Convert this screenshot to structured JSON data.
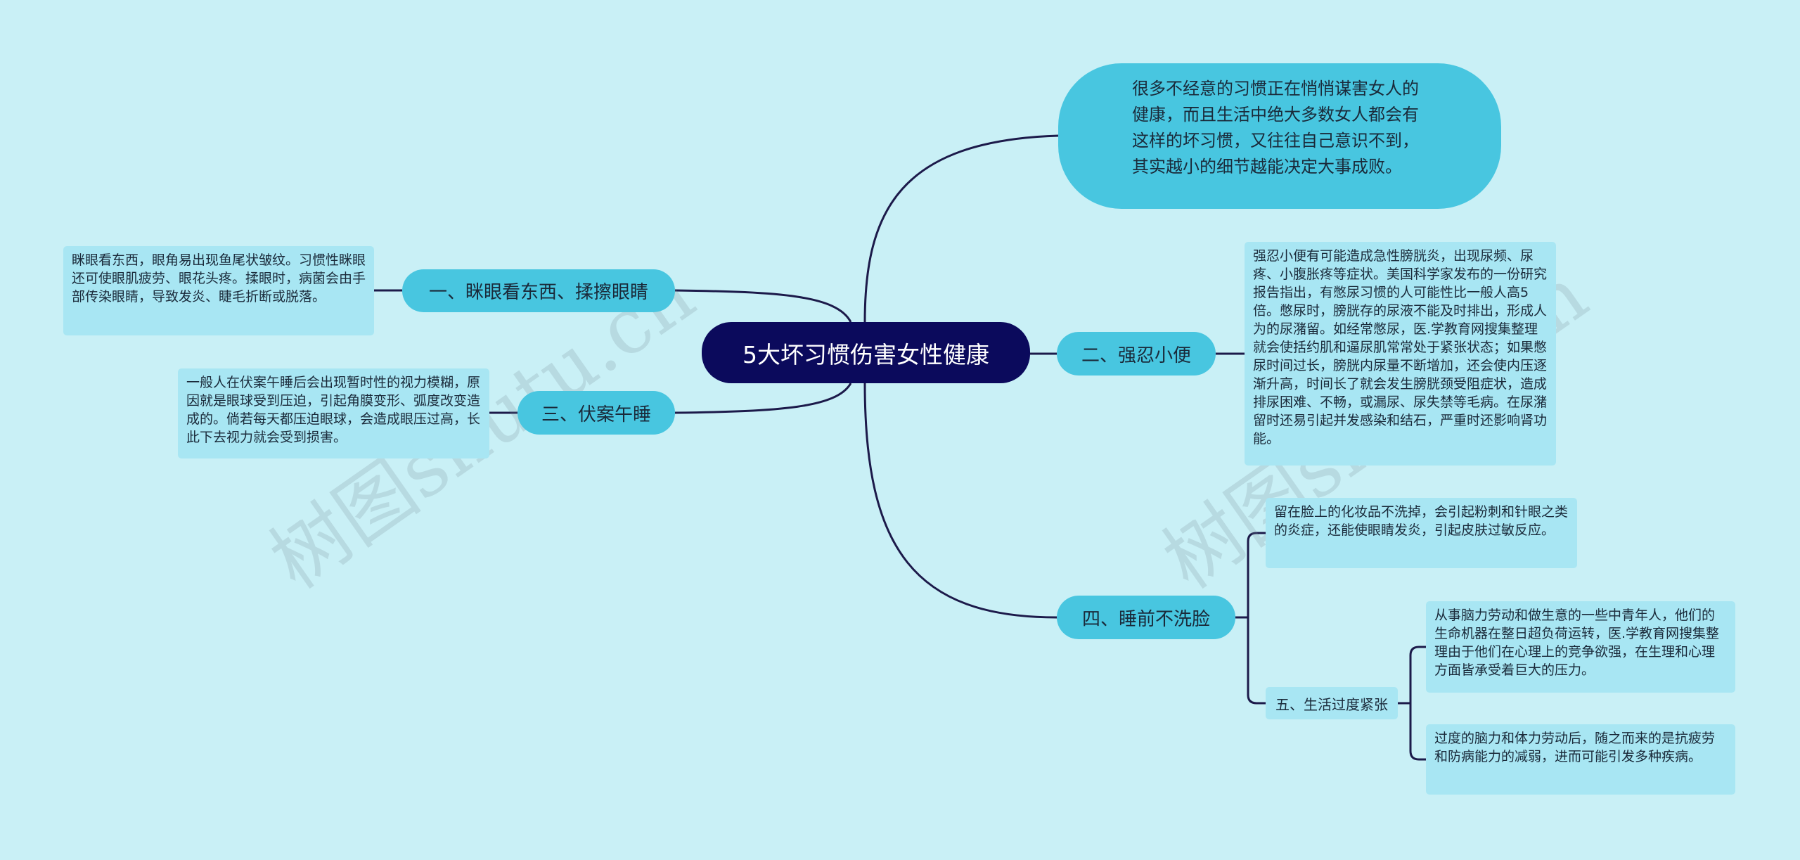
{
  "root": {
    "label": "5大坏习惯伤害女性健康"
  },
  "intro": {
    "text": "很多不经意的习惯正在悄悄谋害女人的健康，而且生活中绝大多数女人都会有这样的坏习惯，又往往自己意识不到，其实越小的细节越能决定大事成败。"
  },
  "branches": {
    "b1": {
      "label": "一、眯眼看东西、揉擦眼睛",
      "detail": "眯眼看东西，眼角易出现鱼尾状皱纹。习惯性眯眼还可使眼肌疲劳、眼花头疼。揉眼时，病菌会由手部传染眼睛，导致发炎、睫毛折断或脱落。"
    },
    "b2": {
      "label": "二、强忍小便",
      "detail": "强忍小便有可能造成急性膀胱炎，出现尿频、尿疼、小腹胀疼等症状。美国科学家发布的一份研究报告指出，有憋尿习惯的人可能性比一般人高5倍。憋尿时，膀胱存的尿液不能及时排出，形成人为的尿潴留。如经常憋尿，医.学教育网搜集整理就会使括约肌和逼尿肌常常处于紧张状态；如果憋尿时间过长，膀胱内尿量不断增加，还会使内压逐渐升高，时间长了就会发生膀胱颈受阻症状，造成排尿困难、不畅，或漏尿、尿失禁等毛病。在尿潴留时还易引起并发感染和结石，严重时还影响肾功能。"
    },
    "b3": {
      "label": "三、伏案午睡",
      "detail": "一般人在伏案午睡后会出现暂时性的视力模糊，原因就是眼球受到压迫，引起角膜变形、弧度改变造成的。倘若每天都压迫眼球，会造成眼压过高，长此下去视力就会受到损害。"
    },
    "b4": {
      "label": "四、睡前不洗脸",
      "detail": "留在脸上的化妆品不洗掉，会引起粉刺和针眼之类的炎症，还能使眼睛发炎，引起皮肤过敏反应。",
      "sub": {
        "label": "五、生活过度紧张",
        "detail1": "从事脑力劳动和做生意的一些中青年人，他们的生命机器在整日超负荷运转，医.学教育网搜集整理由于他们在心理上的竞争欲强，在生理和心理方面皆承受着巨大的压力。",
        "detail2": "过度的脑力和体力劳动后，随之而来的是抗疲劳和防病能力的减弱，进而可能引发多种疾病。"
      }
    }
  },
  "watermarks": [
    "树图shutu.cn",
    "树图shutu.cn"
  ],
  "colors": {
    "background": "#c9f0f6",
    "root": "#0b0a5c",
    "branch": "#48c6e0",
    "leaf": "#a8e6f3",
    "line": "#1c1a4a"
  }
}
